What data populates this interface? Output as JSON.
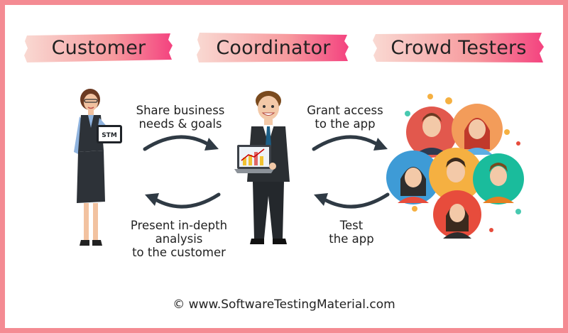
{
  "roles": {
    "customer": "Customer",
    "coordinator": "Coordinator",
    "crowd_testers": "Crowd Testers"
  },
  "steps": {
    "share": [
      "Share business",
      "needs & goals"
    ],
    "grant": [
      "Grant access",
      "to the app"
    ],
    "present": [
      "Present in-depth",
      "analysis",
      "to the customer"
    ],
    "test": [
      "Test",
      "the app"
    ]
  },
  "tablet_logo": "STM",
  "footer": "© www.SoftwareTestingMaterial.com",
  "colors": {
    "border": "#f48b93",
    "banner_start": "#f9d3cc",
    "banner_end": "#f4477f",
    "arrow": "#2f3a44"
  }
}
